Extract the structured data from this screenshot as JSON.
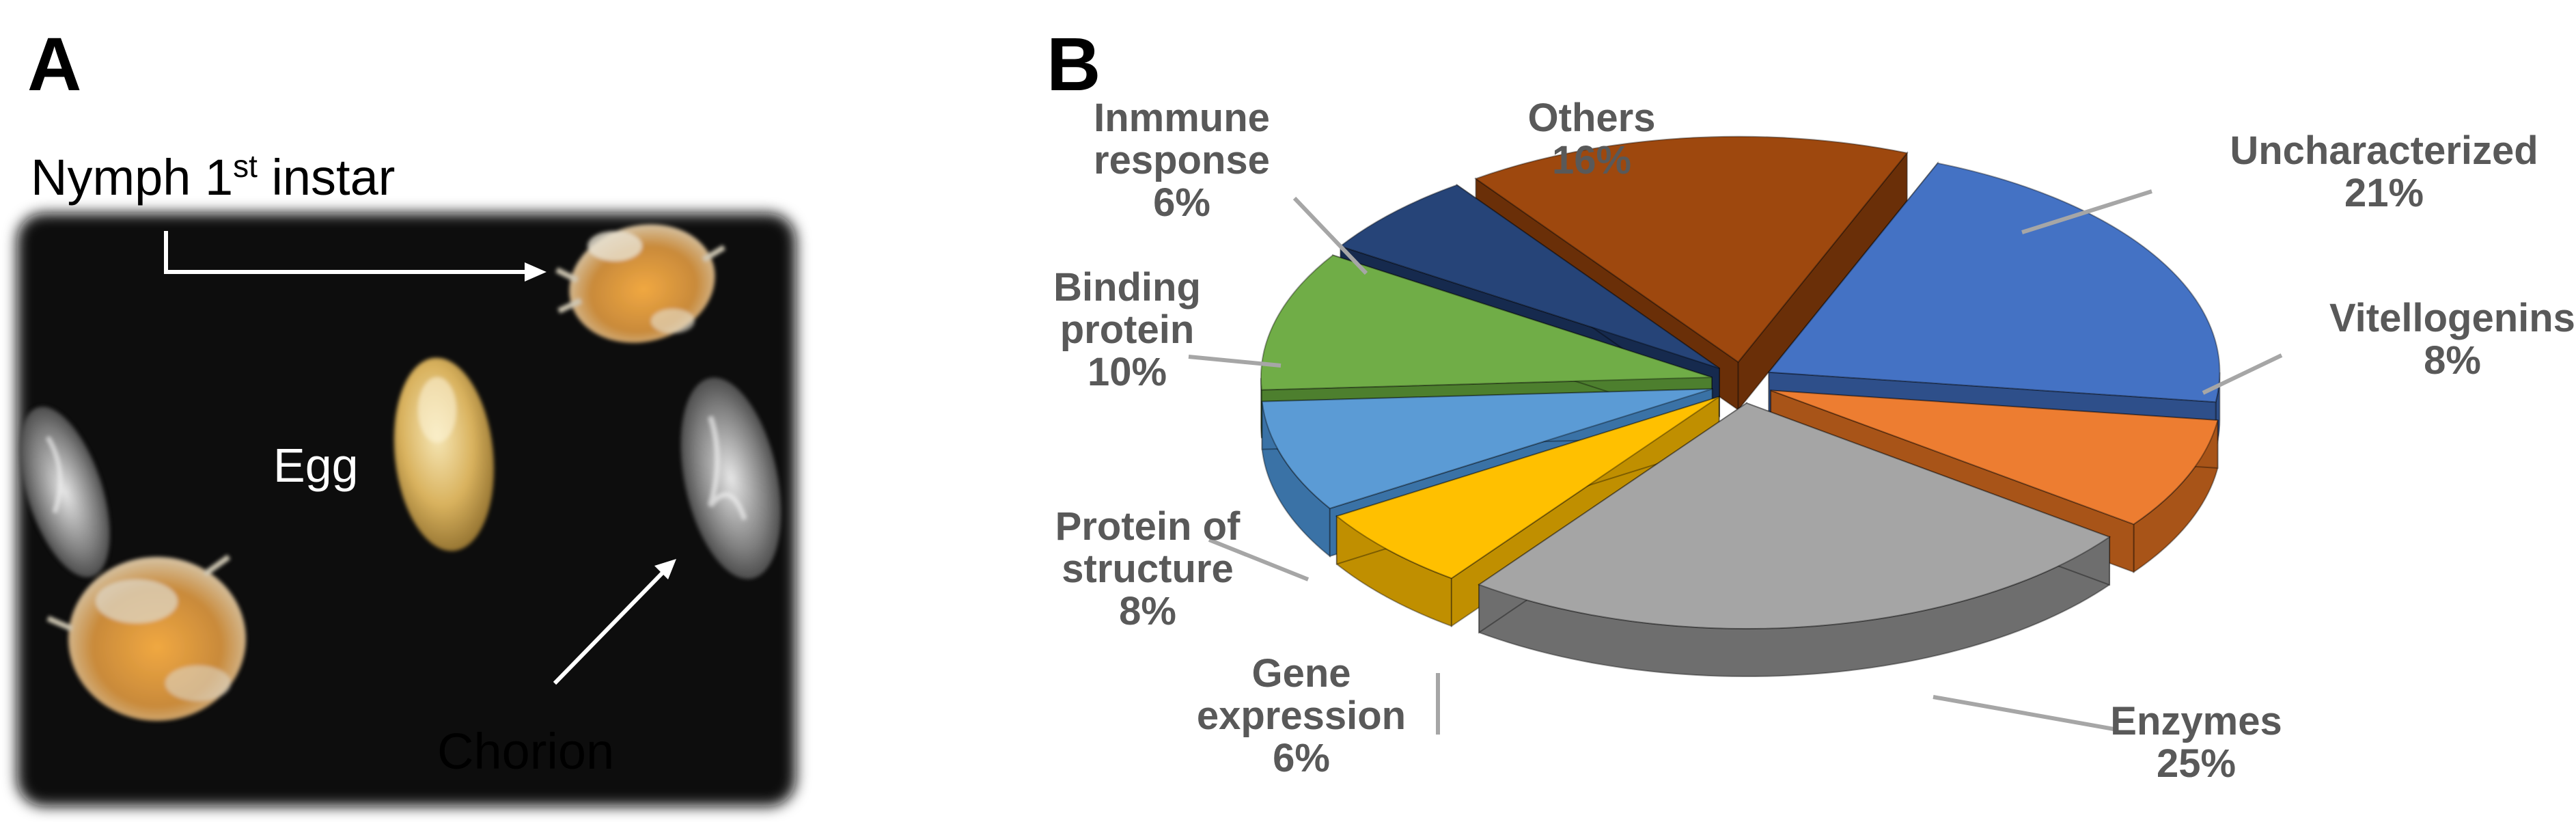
{
  "panels": {
    "a": {
      "letter": "A"
    },
    "b": {
      "letter": "B"
    }
  },
  "photo": {
    "nymph_label_main": "Nymph 1",
    "nymph_label_sup": "st",
    "nymph_label_tail": " instar",
    "egg_label": "Egg",
    "chorion_label": "Chorion",
    "background_color": "#0a0a0a"
  },
  "chart_data": {
    "type": "pie",
    "style": "3d-exploded",
    "slices": [
      {
        "label_lines": [
          "Uncharacterized"
        ],
        "percent_label": "21%",
        "value": 21,
        "color": "#4472C4",
        "side_color": "#2E4F8A"
      },
      {
        "label_lines": [
          "Vitellogenins"
        ],
        "percent_label": "8%",
        "value": 8,
        "color": "#ED7D31",
        "side_color": "#A85418"
      },
      {
        "label_lines": [
          "Enzymes"
        ],
        "percent_label": "25%",
        "value": 25,
        "color": "#A5A5A5",
        "side_color": "#6E6E6E"
      },
      {
        "label_lines": [
          "Gene",
          "expression"
        ],
        "percent_label": "6%",
        "value": 6,
        "color": "#FFC000",
        "side_color": "#C08F00"
      },
      {
        "label_lines": [
          "Protein of",
          "structure"
        ],
        "percent_label": "8%",
        "value": 8,
        "color": "#5B9BD5",
        "side_color": "#3A72A6"
      },
      {
        "label_lines": [
          "Binding",
          "protein"
        ],
        "percent_label": "10%",
        "value": 10,
        "color": "#70AD47",
        "side_color": "#4D7F2E"
      },
      {
        "label_lines": [
          "Inmmune",
          "response"
        ],
        "percent_label": "6%",
        "value": 6,
        "color": "#264478",
        "side_color": "#162A4E"
      },
      {
        "label_lines": [
          "Others"
        ],
        "percent_label": "16%",
        "value": 16,
        "color": "#9E480E",
        "side_color": "#6A2F08"
      }
    ],
    "legend": "none",
    "leader_line_color": "#A6A6A6"
  }
}
